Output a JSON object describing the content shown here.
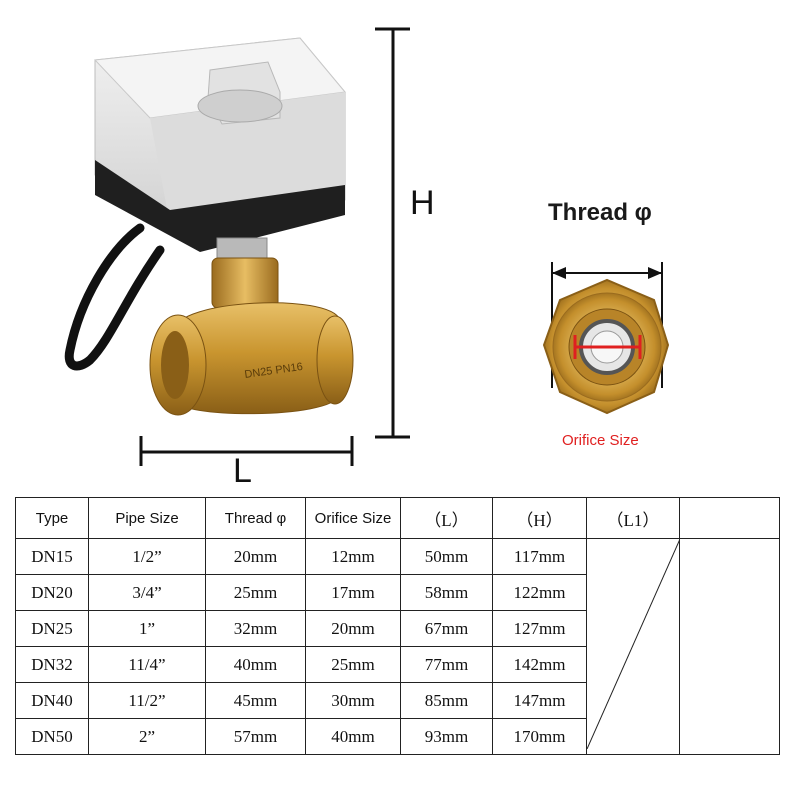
{
  "diagram": {
    "height_label": "H",
    "length_label": "L",
    "thread_title": "Thread φ",
    "orifice_caption": "Orifice Size",
    "body_marking": "DN25 PN16"
  },
  "table": {
    "headers": [
      "Type",
      "Pipe Size",
      "Thread φ",
      "Orifice Size",
      "（L）",
      "（H）",
      "（L1）",
      ""
    ],
    "rows": [
      [
        "DN15",
        "1/2”",
        "20mm",
        "12mm",
        "50mm",
        "117mm"
      ],
      [
        "DN20",
        "3/4”",
        "25mm",
        "17mm",
        "58mm",
        "122mm"
      ],
      [
        "DN25",
        "1”",
        "32mm",
        "20mm",
        "67mm",
        "127mm"
      ],
      [
        "DN32",
        "11/4”",
        "40mm",
        "25mm",
        "77mm",
        "142mm"
      ],
      [
        "DN40",
        "11/2”",
        "45mm",
        "30mm",
        "85mm",
        "147mm"
      ],
      [
        "DN50",
        "2”",
        "57mm",
        "40mm",
        "93mm",
        "170mm"
      ]
    ]
  },
  "colors": {
    "brass": "#c9952f",
    "actuator_body": "#e6e6e6",
    "actuator_base": "#1f1f1f",
    "orifice_line": "#e02020"
  }
}
